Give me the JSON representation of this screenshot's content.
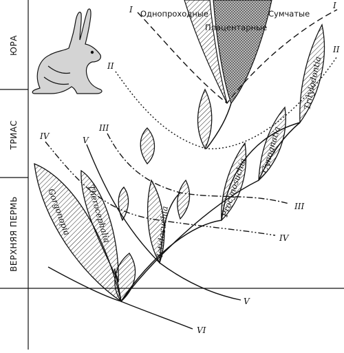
{
  "periods": {
    "jurassic": "ЮРА",
    "triassic": "ТРИАС",
    "upper_permian": "ВЕРХНЯЯ ПЕРМЬ"
  },
  "groups": {
    "monotremes": "Однопроходные",
    "placentals": "Плацентарные",
    "marsupials": "Сумчатые"
  },
  "taxa": {
    "gorgonopia": "Gorgonopia",
    "therocephalia": "Therocephalia",
    "ictidosuchia": "Ictidosuchia",
    "procynosuchia": "Procynosuchia",
    "cynognatia": "Cynognatia",
    "tritylodontia": "Tritylodontia"
  },
  "boundaries": {
    "I": "I",
    "II": "II",
    "III": "III",
    "IV": "IV",
    "V": "V",
    "VI": "VI"
  }
}
